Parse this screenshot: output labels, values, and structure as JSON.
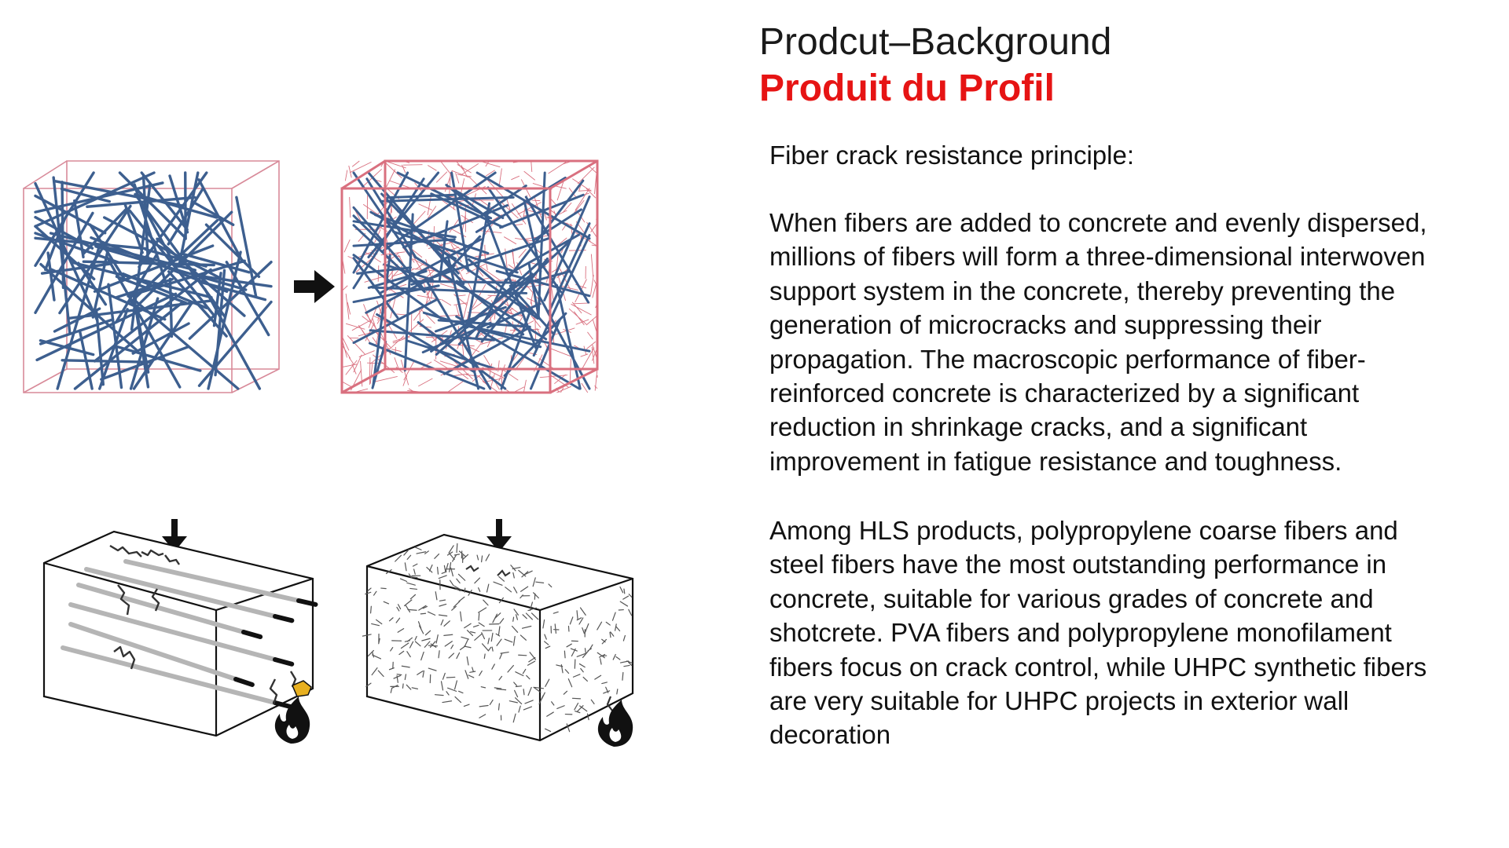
{
  "header": {
    "title": "Prodcut–Background",
    "subtitle": "Produit du Profil"
  },
  "content": {
    "heading": "Fiber crack resistance principle:",
    "paragraph1": "When fibers are added to concrete and evenly dispersed,\nmillions of fibers will form a three-dimensional interwoven\nsupport system in the concrete, thereby preventing the\ngeneration of microcracks and suppressing their\npropagation. The macroscopic performance of fiber-\nreinforced concrete is characterized by a significant\nreduction in shrinkage cracks, and a significant\nimprovement in fatigue resistance and toughness.",
    "paragraph2": "Among HLS products, polypropylene coarse fibers and\nsteel fibers have the most outstanding performance in\nconcrete, suitable for various grades of concrete and\nshotcrete. PVA fibers and polypropylene monofilament\nfibers focus on crack control, while UHPC synthetic fibers\nare very suitable for UHPC projects in exterior wall\ndecoration"
  },
  "colors": {
    "subtitle": "#e61414",
    "fiber": "#3d5f8f",
    "cube_edge": "#d88a99",
    "mesh": "#d9707f",
    "flame": "#111111",
    "spall": "#e8b020"
  },
  "figures": {
    "fiber_cube_icon": "fiber-network-cube",
    "meshed_cube_icon": "fiber-network-cube-with-concrete-mesh",
    "arrow_icon": "right-arrow",
    "beam_cracked_icon": "beam-with-rebar-cracked-under-load-and-fire",
    "beam_fiber_icon": "beam-with-dispersed-fibers-under-load-and-fire"
  }
}
